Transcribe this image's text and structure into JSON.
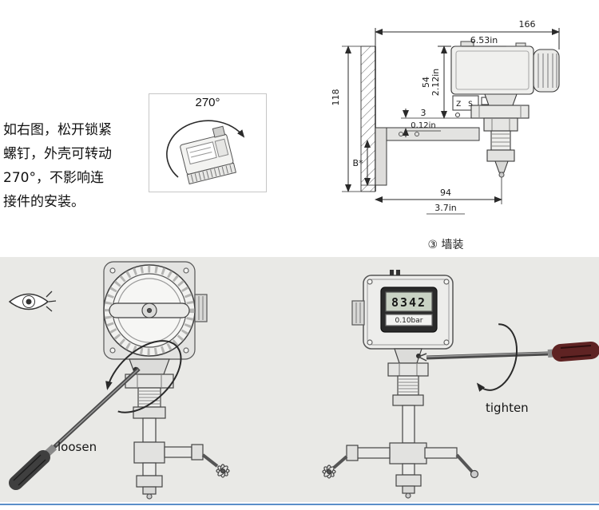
{
  "page": {
    "background": "#ffffff",
    "lower_panel_background": "#e9e9e6",
    "accent_line_color": "#5b8fc9"
  },
  "intro": {
    "lines": [
      "如右图，松开锁紧",
      "螺钉，外壳可转动",
      "270°，不影响连",
      "接件的安装。"
    ]
  },
  "rotation_diagram": {
    "angle_label": "270°"
  },
  "wall_mount": {
    "dims": {
      "width_mm": "166",
      "width_in": "6.53in",
      "offset_mm": "54",
      "offset_in": "2.12in",
      "height_mm": "118",
      "gap_mm": "3",
      "gap_in": "0.12in",
      "bracket": "B*",
      "depth_mm": "94",
      "depth_in": "3.7in"
    },
    "terminal_label": "Z S",
    "caption": "③ 墙装"
  },
  "display": {
    "value": "8342",
    "unit": "0.10bar"
  },
  "instructions": {
    "loosen_label": "loosen",
    "tighten_label": "tighten"
  }
}
